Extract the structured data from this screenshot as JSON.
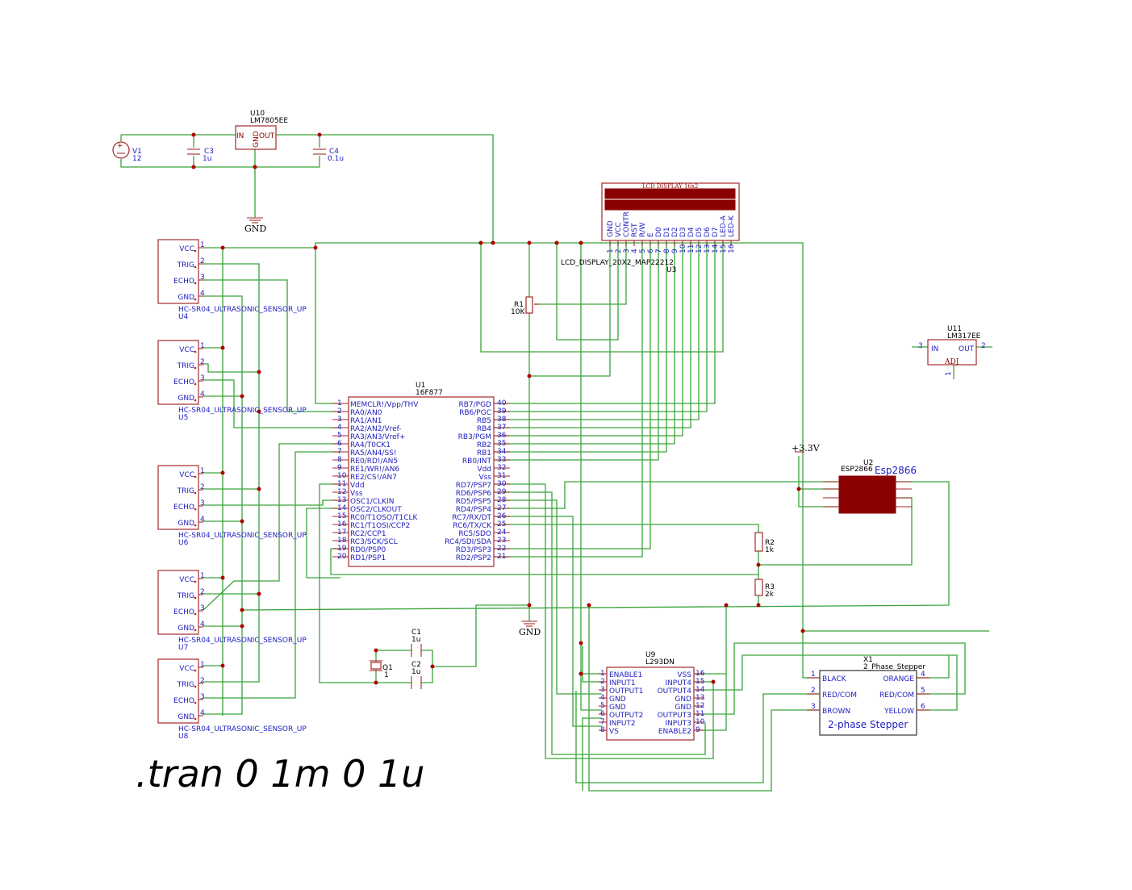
{
  "directive": ".tran 0 1m 0 1u",
  "power": {
    "regulator_ref": "U10",
    "regulator_value": "LM7805EE",
    "reg_in": "IN",
    "reg_out": "OUT",
    "reg_gnd": "GND",
    "source_ref": "V1",
    "source_value": "12",
    "c3_ref": "C3",
    "c3_value": "1u",
    "c4_ref": "C4",
    "c4_value": "0.1u",
    "gnd_label": "GND",
    "gnd2_label": "GND",
    "plus33": "+3.3V"
  },
  "sensors": [
    {
      "ref": "U4",
      "value": "HC-SR04_ULTRASONIC_SENSOR_UP"
    },
    {
      "ref": "U5",
      "value": "HC-SR04_ULTRASONIC_SENSOR_UP"
    },
    {
      "ref": "U6",
      "value": "HC-SR04_ULTRASONIC_SENSOR_UP"
    },
    {
      "ref": "U7",
      "value": "HC-SR04_ULTRASONIC_SENSOR_UP"
    },
    {
      "ref": "U8",
      "value": "HC-SR04_ULTRASONIC_SENSOR_UP"
    }
  ],
  "sensor_pins": [
    "VCC",
    "TRIG",
    "ECHO",
    "GND"
  ],
  "sensor_pin_nums": [
    "1",
    "2",
    "3",
    "4"
  ],
  "mcu": {
    "ref": "U1",
    "value": "16F877",
    "left_pins": [
      {
        "n": "1",
        "name": "MEMCLR!/Vpp/THV"
      },
      {
        "n": "2",
        "name": "RA0/AN0"
      },
      {
        "n": "3",
        "name": "RA1/AN1"
      },
      {
        "n": "4",
        "name": "RA2/AN2/Vref-"
      },
      {
        "n": "5",
        "name": "RA3/AN3/Vref+"
      },
      {
        "n": "6",
        "name": "RA4/T0CK1"
      },
      {
        "n": "7",
        "name": "RA5/AN4/SS!"
      },
      {
        "n": "8",
        "name": "RE0/RD!/AN5"
      },
      {
        "n": "9",
        "name": "RE1/WR!/AN6"
      },
      {
        "n": "10",
        "name": "RE2/CS!/AN7"
      },
      {
        "n": "11",
        "name": "Vdd"
      },
      {
        "n": "12",
        "name": "Vss"
      },
      {
        "n": "13",
        "name": "OSC1/CLKIN"
      },
      {
        "n": "14",
        "name": "OSC2/CLKOUT"
      },
      {
        "n": "15",
        "name": "RC0/T1OSO/T1CLK"
      },
      {
        "n": "16",
        "name": "RC1/T1OSI/CCP2"
      },
      {
        "n": "17",
        "name": "RC2/CCP1"
      },
      {
        "n": "18",
        "name": "RC3/SCK/SCL"
      },
      {
        "n": "19",
        "name": "RD0/PSP0"
      },
      {
        "n": "20",
        "name": "RD1/PSP1"
      }
    ],
    "right_pins": [
      {
        "n": "40",
        "name": "RB7/PGD"
      },
      {
        "n": "39",
        "name": "RB6/PGC"
      },
      {
        "n": "38",
        "name": "RB5"
      },
      {
        "n": "37",
        "name": "RB4"
      },
      {
        "n": "36",
        "name": "RB3/PGM"
      },
      {
        "n": "35",
        "name": "RB2"
      },
      {
        "n": "34",
        "name": "RB1"
      },
      {
        "n": "33",
        "name": "RB0/INT"
      },
      {
        "n": "32",
        "name": "Vdd"
      },
      {
        "n": "31",
        "name": "Vss"
      },
      {
        "n": "30",
        "name": "RD7/PSP7"
      },
      {
        "n": "29",
        "name": "RD6/PSP6"
      },
      {
        "n": "28",
        "name": "RD5/PSP5"
      },
      {
        "n": "27",
        "name": "RD4/PSP4"
      },
      {
        "n": "26",
        "name": "RC7/RX/DT"
      },
      {
        "n": "25",
        "name": "RC6/TX/CK"
      },
      {
        "n": "24",
        "name": "RC5/SDO"
      },
      {
        "n": "23",
        "name": "RC4/SDI/SDA"
      },
      {
        "n": "22",
        "name": "RD3/PSP3"
      },
      {
        "n": "21",
        "name": "RD2/PSP2"
      }
    ]
  },
  "lcd": {
    "title": "LCD DISPLAY 16x2",
    "value": "LCD_DISPLAY_20X2_MAP22212",
    "ref": "U3",
    "pins": [
      "GND",
      "VCC",
      "CONTR",
      "RST",
      "R/W",
      "E",
      "D0",
      "D1",
      "D2",
      "D3",
      "D4",
      "D5",
      "D6",
      "D7",
      "LED-A",
      "LED-K"
    ],
    "pin_nums": [
      "1",
      "2",
      "3",
      "4",
      "5",
      "6",
      "7",
      "8",
      "9",
      "10",
      "11",
      "12",
      "13",
      "14",
      "15",
      "16"
    ]
  },
  "pot": {
    "ref": "R1",
    "value": "10K"
  },
  "crystal": {
    "ref": "Q1",
    "value": "1"
  },
  "c1": {
    "ref": "C1",
    "value": "1u"
  },
  "c2": {
    "ref": "C2",
    "value": "1u"
  },
  "lm317": {
    "ref": "U11",
    "value": "LM317EE",
    "in": "IN",
    "out": "OUT",
    "adj": "ADJ",
    "pin_in": "3",
    "pin_out": "2",
    "pin_adj": "1"
  },
  "esp": {
    "ref": "U2",
    "value": "ESP2866",
    "title": "Esp2866"
  },
  "r2": {
    "ref": "R2",
    "value": "1k"
  },
  "r3": {
    "ref": "R3",
    "value": "2k"
  },
  "driver": {
    "ref": "U9",
    "value": "L293DN",
    "left_pins": [
      {
        "n": "1",
        "name": "ENABLE1"
      },
      {
        "n": "2",
        "name": "INPUT1"
      },
      {
        "n": "3",
        "name": "OUTPUT1"
      },
      {
        "n": "4",
        "name": "GND"
      },
      {
        "n": "5",
        "name": "GND"
      },
      {
        "n": "6",
        "name": "OUTPUT2"
      },
      {
        "n": "7",
        "name": "INPUT2"
      },
      {
        "n": "8",
        "name": "VS"
      }
    ],
    "right_pins": [
      {
        "n": "16",
        "name": "VSS"
      },
      {
        "n": "15",
        "name": "INPUT4"
      },
      {
        "n": "14",
        "name": "OUTPUT4"
      },
      {
        "n": "13",
        "name": "GND"
      },
      {
        "n": "12",
        "name": "GND"
      },
      {
        "n": "11",
        "name": "OUTPUT3"
      },
      {
        "n": "10",
        "name": "INPUT3"
      },
      {
        "n": "9",
        "name": "ENABLE2"
      }
    ]
  },
  "stepper": {
    "ref": "X1",
    "value": "2_Phase_Stepper",
    "caption": "2-phase Stepper",
    "left_pins": [
      {
        "n": "1",
        "name": "BLACK"
      },
      {
        "n": "2",
        "name": "RED/COM"
      },
      {
        "n": "3",
        "name": "BROWN"
      }
    ],
    "right_pins": [
      {
        "n": "4",
        "name": "ORANGE"
      },
      {
        "n": "5",
        "name": "RED/COM"
      },
      {
        "n": "6",
        "name": "YELLOW"
      }
    ]
  },
  "colors": {
    "wire": "#3aa33a",
    "symbol": "#a52a2a",
    "pintext": "#2020c0",
    "junction": "#b00000",
    "fill": "#8b0000"
  }
}
